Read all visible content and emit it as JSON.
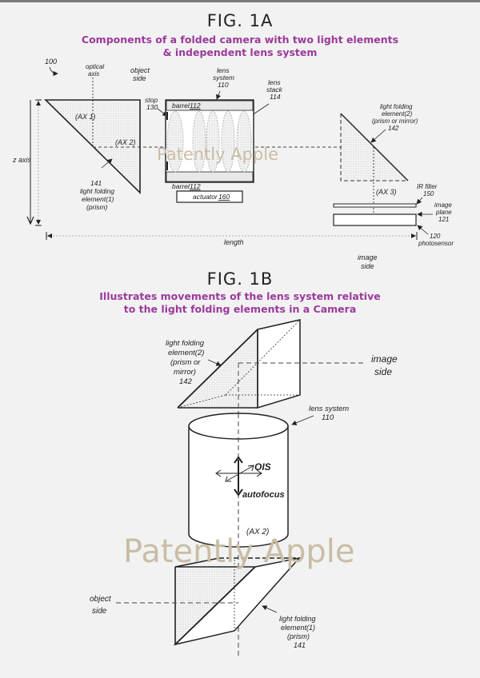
{
  "fig1a": {
    "title": "FIG. 1A",
    "caption_line1": "Components of a folded camera with two light elements",
    "caption_line2": "& independent lens system",
    "ref": "100",
    "labels": {
      "optical_axis_1": "optical",
      "optical_axis_2": "axis",
      "object_side_1": "object",
      "object_side_2": "side",
      "lens_system_1": "lens",
      "lens_system_2": "system",
      "lens_system_3": "110",
      "lens_stack_1": "lens",
      "lens_stack_2": "stack",
      "lens_stack_3": "114",
      "stop_1": "stop",
      "stop_2": "130",
      "barrel_top": "barrel",
      "barrel_top_num": "112",
      "barrel_bottom": "barrel",
      "barrel_bottom_num": "112",
      "actuator": "actuator",
      "actuator_num": "160",
      "ax1": "(AX 1)",
      "ax2": "(AX 2)",
      "ax3": "(AX 3)",
      "z_axis": "z axis",
      "prism1_1": "141",
      "prism1_2": "light folding",
      "prism1_3": "element(1)",
      "prism1_4": "(prism)",
      "prism2_1": "light folding",
      "prism2_2": "element(2)",
      "prism2_3": "(prism or mirror)",
      "prism2_4": "142",
      "ir_filter_1": "IR filter",
      "ir_filter_2": "150",
      "image_plane_1": "image",
      "image_plane_2": "plane",
      "image_plane_3": "121",
      "photosensor_1": "120",
      "photosensor_2": "photosensor",
      "length": "length",
      "image_side_1": "image",
      "image_side_2": "side"
    }
  },
  "fig1b": {
    "title": "FIG. 1B",
    "caption_line1": "Illustrates movements of the lens system relative",
    "caption_line2": "to the light folding elements in a Camera",
    "labels": {
      "prism2_1": "light folding",
      "prism2_2": "element(2)",
      "prism2_3": "(prism or",
      "prism2_4": "mirror)",
      "prism2_5": "142",
      "image_side_1": "image",
      "image_side_2": "side",
      "lens_system_1": "lens system",
      "lens_system_2": "110",
      "ois": "OIS",
      "autofocus": "autofocus",
      "ax2": "(AX 2)",
      "object_side_1": "object",
      "object_side_2": "side",
      "prism1_1": "light folding",
      "prism1_2": "element(1)",
      "prism1_3": "(prism)",
      "prism1_4": "141"
    }
  },
  "watermark": "Patently Apple",
  "colors": {
    "caption": "#9b3a9b",
    "watermark": "#c9bda5",
    "background": "#f2f2f2"
  }
}
